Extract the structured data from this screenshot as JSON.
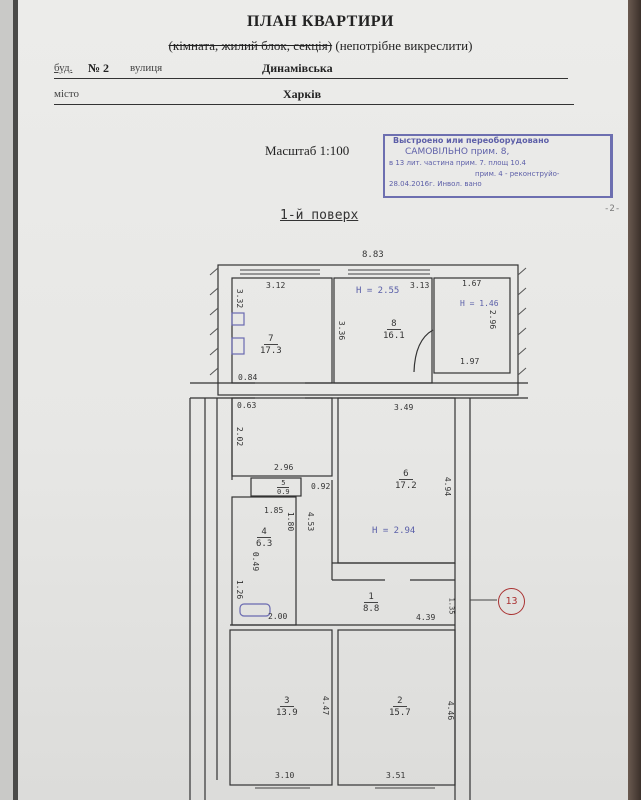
{
  "header": {
    "title": "ПЛАН КВАРТИРИ",
    "subtitle_struck": "(кімната, жилий блок, секція)",
    "subtitle_note": "(непотрібне викреслити)",
    "building_label": "буд.",
    "building_number": "№ 2",
    "street_label": "вулиця",
    "street_value": "Динамівська",
    "city_label": "місто",
    "city_value": "Харків",
    "scale": "Масштаб 1:100"
  },
  "stamp": {
    "line1": "Выстроено или переоборудовано",
    "line2": "САМОВІЛЬНО прим. 8,",
    "line3": "в 13  лит.  частина прим. 7. площ 10.4",
    "line4": "прим. 4 - реконструйо-",
    "line5": "28.04.2016г. Инвол. вано",
    "page_mark": "-2-"
  },
  "floor_label": "1-й поверх",
  "overall_width": "8.83",
  "rooms": [
    {
      "number": "1",
      "area": "8.8"
    },
    {
      "number": "2",
      "area": "15.7"
    },
    {
      "number": "3",
      "area": "13.9"
    },
    {
      "number": "4",
      "area": "6.3"
    },
    {
      "number": "5",
      "area": "0.9"
    },
    {
      "number": "6",
      "area": "17.2"
    },
    {
      "number": "7",
      "area": "17.3"
    },
    {
      "number": "8",
      "area": "16.1"
    }
  ],
  "dimensions": [
    "3.12",
    "3.32",
    "3.36",
    "3.13",
    "1.67",
    "2.96",
    "1.97",
    "0.84",
    "0.63",
    "2.02",
    "3.49",
    "2.96",
    "4.94",
    "0.92",
    "1.85",
    "1.80",
    "4.53",
    "0.49",
    "1.26",
    "2.00",
    "4.39",
    "1.35",
    "4.47",
    "4.46",
    "3.10",
    "3.51"
  ],
  "heights": [
    "H = 2.55",
    "H = 1.46",
    "H = 2.94"
  ],
  "apartment_marker": "13"
}
